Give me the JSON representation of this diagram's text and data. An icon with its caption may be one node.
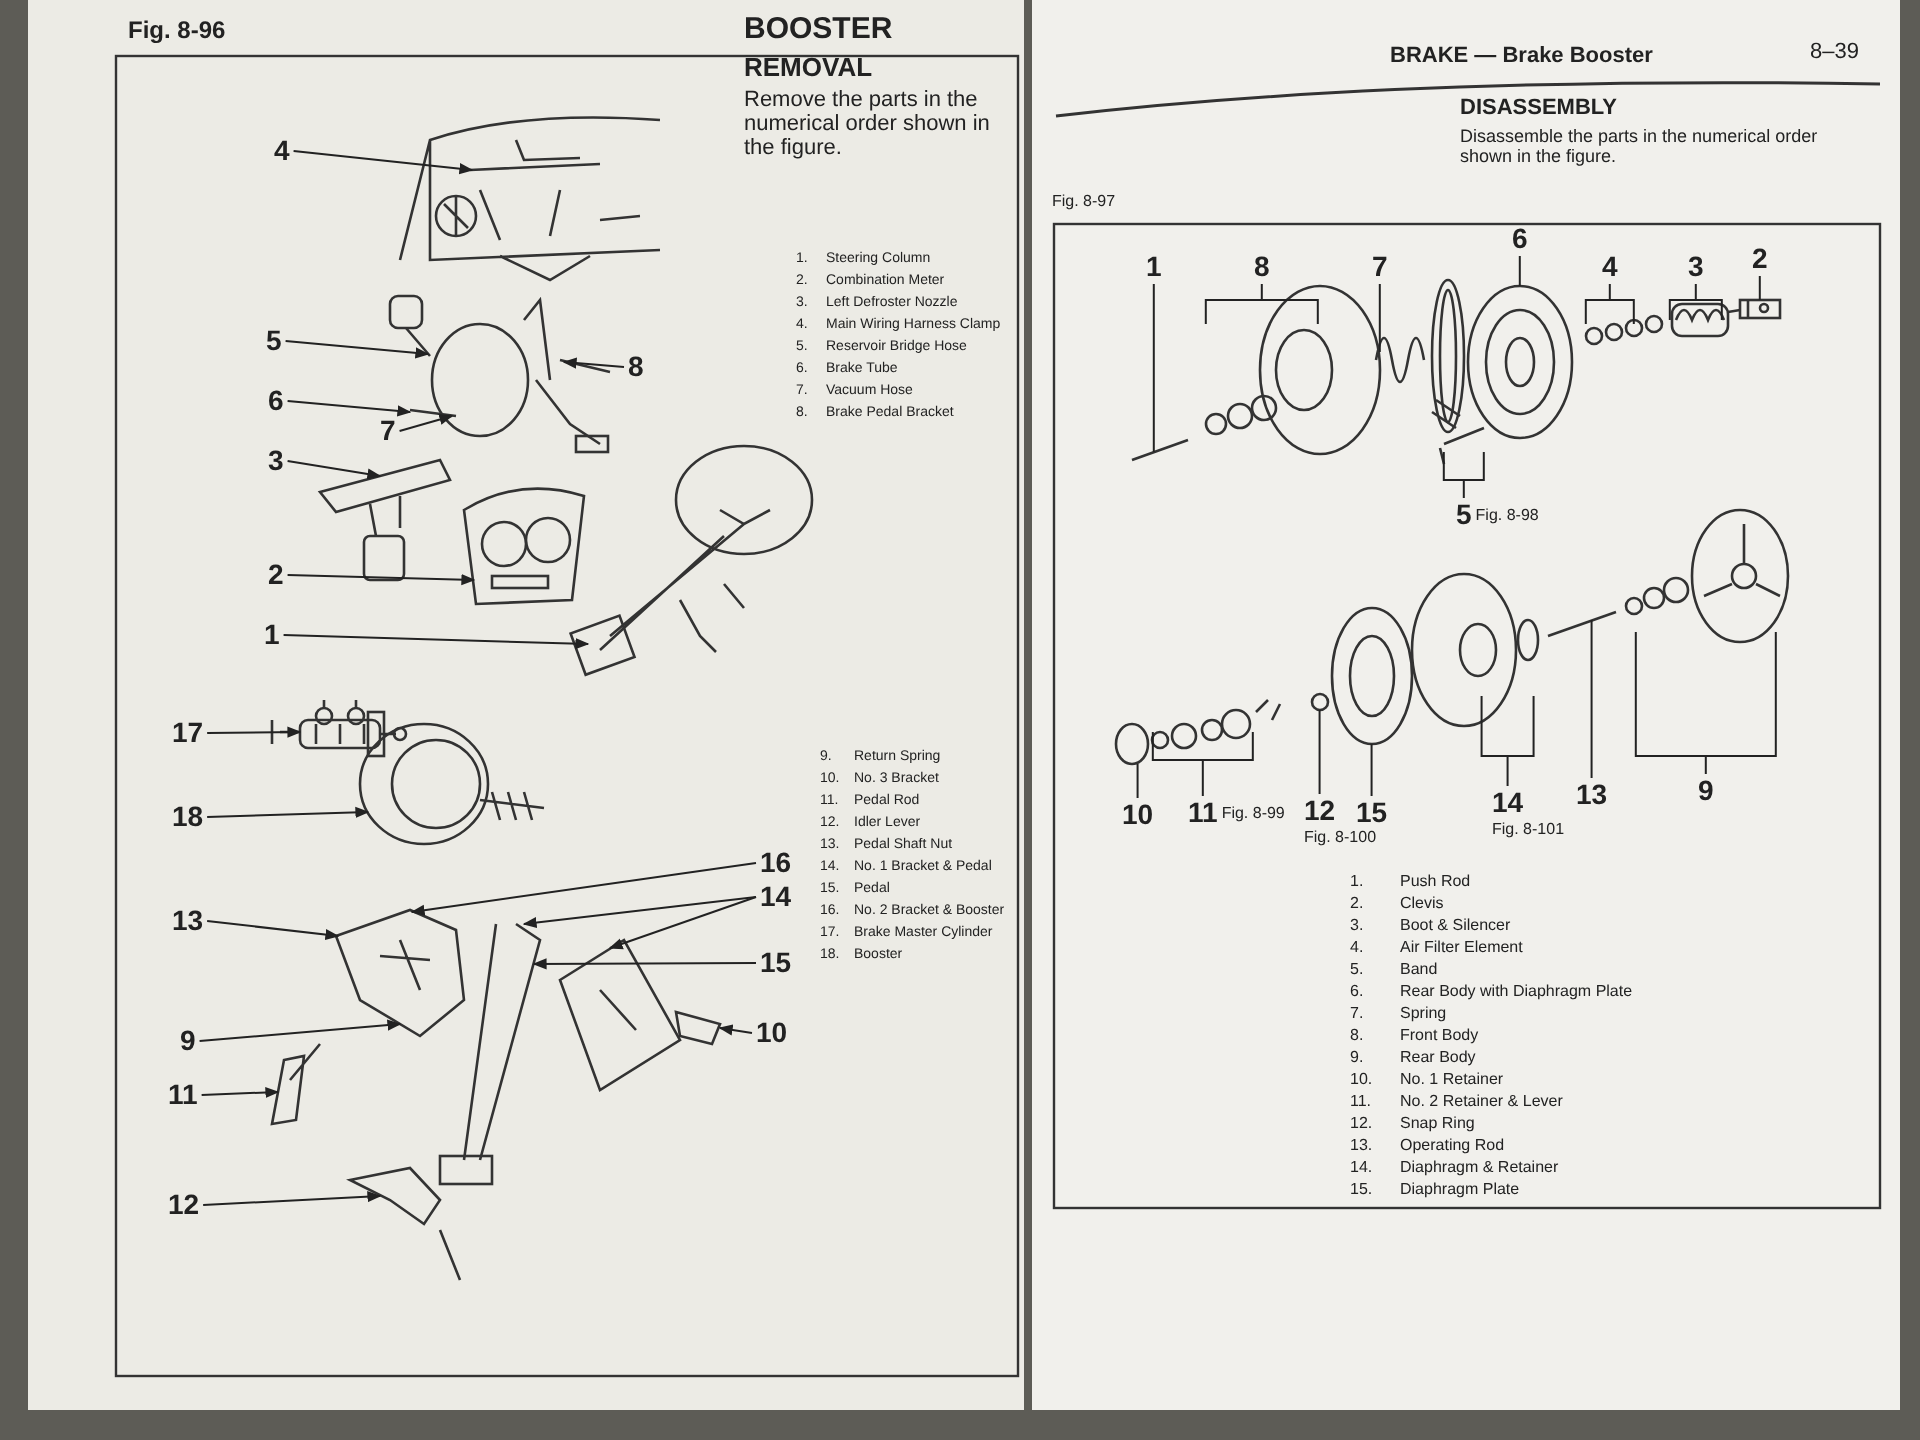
{
  "diagram": {
    "nodes": [
      {
        "text": [
          "4"
        ]
      },
      {
        "text": [
          "5"
        ]
      },
      {
        "text": [
          "8"
        ]
      },
      {
        "text": [
          "6"
        ]
      },
      {
        "text": [
          "7"
        ]
      },
      {
        "text": [
          "3"
        ]
      },
      {
        "text": [
          "2"
        ]
      },
      {
        "text": [
          "1"
        ]
      },
      {
        "text": [
          "17"
        ]
      },
      {
        "text": [
          "18"
        ]
      },
      {
        "text": [
          "16"
        ]
      },
      {
        "text": [
          "14"
        ]
      },
      {
        "text": [
          "13"
        ]
      },
      {
        "text": [
          "15"
        ]
      },
      {
        "text": [
          "9"
        ]
      },
      {
        "text": [
          "10"
        ]
      },
      {
        "text": [
          "11"
        ]
      },
      {
        "text": [
          "12"
        ]
      },
      {
        "text": [
          "1"
        ]
      },
      {
        "text": [
          "8"
        ]
      },
      {
        "text": [
          "7"
        ]
      },
      {
        "text": [
          "6"
        ]
      },
      {
        "text": [
          "4"
        ]
      },
      {
        "text": [
          "3"
        ]
      },
      {
        "text": [
          "2"
        ]
      },
      {
        "text": [
          "5"
        ],
        "beside": [
          "Fig. 8-98"
        ]
      },
      {
        "text": [
          "10"
        ]
      },
      {
        "text": [
          "11"
        ],
        "beside": [
          "Fig. 8-99"
        ]
      },
      {
        "text": [
          "12"
        ],
        "beside": [
          "Fig. 8-100"
        ]
      },
      {
        "text": [
          "15"
        ]
      },
      {
        "text": [
          "14"
        ],
        "beside": [
          "Fig. 8-101"
        ]
      },
      {
        "text": [
          "13"
        ]
      },
      {
        "text": [
          "9"
        ]
      },
      {
        "text": [],
        "shape": "picture"
      },
      {
        "text": [],
        "shape": "picture"
      },
      {
        "text": [],
        "shape": "picture"
      },
      {
        "text": [],
        "shape": "picture"
      },
      {
        "text": [],
        "shape": "picture"
      },
      {
        "text": [],
        "shape": "picture"
      },
      {
        "text": [],
        "shape": "picture"
      },
      {
        "text": [],
        "shape": "picture"
      },
      {
        "text": [],
        "shape": "picture"
      },
      {
        "text": [],
        "shape": "picture"
      },
      {
        "text": [],
        "shape": "picture"
      },
      {
        "text": [],
        "shape": "picture"
      },
      {
        "text": [],
        "shape": "picture"
      },
      {
        "text": [],
        "shape": "picture"
      },
      {
        "text": [],
        "shape": "picture"
      },
      {
        "text": [],
        "shape": "picture"
      },
      {
        "text": [],
        "shape": "picture"
      },
      {
        "text": [],
        "shape": "picture"
      },
      {
        "text": [],
        "shape": "picture"
      },
      {
        "text": [],
        "shape": "picture"
      },
      {
        "text": [],
        "shape": "picture"
      },
      {
        "text": [],
        "shape": "picture"
      },
      {
        "text": [],
        "shape": "picture"
      },
      {
        "text": [],
        "shape": "picture"
      },
      {
        "text": [],
        "shape": "picture"
      },
      {
        "text": [],
        "shape": "picture"
      },
      {
        "text": [],
        "shape": "picture"
      },
      {
        "text": [],
        "shape": "picture"
      }
    ],
    "edges": [
      {
        "from": 0,
        "to": 33,
        "arrow": "to"
      },
      {
        "from": 1,
        "to": 34,
        "arrow": "to"
      },
      {
        "from": 2,
        "to": 34,
        "arrow": "to"
      },
      {
        "from": 3,
        "to": 34,
        "arrow": "to"
      },
      {
        "from": 4,
        "to": 34,
        "arrow": "to"
      },
      {
        "from": 5,
        "to": 35,
        "arrow": "to"
      },
      {
        "from": 6,
        "to": 36,
        "arrow": "to"
      },
      {
        "from": 7,
        "to": 37,
        "arrow": "to"
      },
      {
        "from": 8,
        "to": 38,
        "arrow": "to"
      },
      {
        "from": 9,
        "to": 39,
        "arrow": "to"
      },
      {
        "from": 10,
        "to": 40,
        "arrow": "to"
      },
      {
        "from": 11,
        "to": 41,
        "arrow": "to"
      },
      {
        "from": 11,
        "to": 42,
        "arrow": "to"
      },
      {
        "from": 12,
        "to": 40,
        "arrow": "to"
      },
      {
        "from": 13,
        "to": 41,
        "arrow": "to"
      },
      {
        "from": 14,
        "to": 40,
        "arrow": "to"
      },
      {
        "from": 15,
        "to": 43,
        "arrow": "to"
      },
      {
        "from": 16,
        "to": 44,
        "arrow": "to"
      },
      {
        "from": 17,
        "to": 45,
        "arrow": "to"
      },
      {
        "from": 18,
        "to": 46,
        "arrow": "none"
      },
      {
        "from": 19,
        "to": 47,
        "arrow": "none"
      },
      {
        "from": 20,
        "to": 48,
        "arrow": "none"
      },
      {
        "from": 21,
        "to": 49,
        "arrow": "none"
      },
      {
        "from": 22,
        "to": 50,
        "arrow": "none"
      },
      {
        "from": 23,
        "to": 51,
        "arrow": "none"
      },
      {
        "from": 24,
        "to": 52,
        "arrow": "none"
      },
      {
        "from": 25,
        "to": 53,
        "arrow": "none"
      },
      {
        "from": 26,
        "to": 54,
        "arrow": "none"
      },
      {
        "from": 27,
        "to": 55,
        "arrow": "none"
      },
      {
        "from": 28,
        "to": 56,
        "arrow": "none"
      },
      {
        "from": 29,
        "to": 57,
        "arrow": "none"
      },
      {
        "from": 30,
        "to": 58,
        "arrow": "none"
      },
      {
        "from": 31,
        "to": 59,
        "arrow": "none"
      },
      {
        "from": 32,
        "to": 60,
        "arrow": "none"
      }
    ],
    "labels": [
      "Fig. 8-96",
      "BOOSTER",
      "REMOVAL",
      "Remove the parts in the numerical order shown in the figure.",
      "1.",
      "Steering Column",
      "2.",
      "Combination Meter",
      "3.",
      "Left Defroster Nozzle",
      "4.",
      "Main Wiring Harness Clamp",
      "5.",
      "Reservoir Bridge Hose",
      "6.",
      "Brake Tube",
      "7.",
      "Vacuum Hose",
      "8.",
      "Brake Pedal Bracket",
      "9.",
      "Return Spring",
      "10.",
      "No. 3 Bracket",
      "11.",
      "Pedal Rod",
      "12.",
      "Idler Lever",
      "13.",
      "Pedal Shaft Nut",
      "14.",
      "No. 1 Bracket & Pedal",
      "15.",
      "Pedal",
      "16.",
      "No. 2 Bracket & Booster",
      "17.",
      "Brake Master Cylinder",
      "18.",
      "Booster",
      "BRAKE — Brake Booster",
      "8–39",
      "DISASSEMBLY",
      "Disassemble the parts in the numerical order shown in the figure.",
      "Fig. 8-97",
      "1.",
      "Push Rod",
      "2.",
      "Clevis",
      "3.",
      "Boot & Silencer",
      "4.",
      "Air Filter Element",
      "5.",
      "Band",
      "6.",
      "Rear Body with Diaphragm Plate",
      "7.",
      "Spring",
      "8.",
      "Front Body",
      "9.",
      "Rear Body",
      "10.",
      "No. 1 Retainer",
      "11.",
      "No. 2 Retainer & Lever",
      "12.",
      "Snap Ring",
      "13.",
      "Operating Rod",
      "14.",
      "Diaphragm & Retainer",
      "15.",
      "Diaphragm Plate"
    ]
  }
}
